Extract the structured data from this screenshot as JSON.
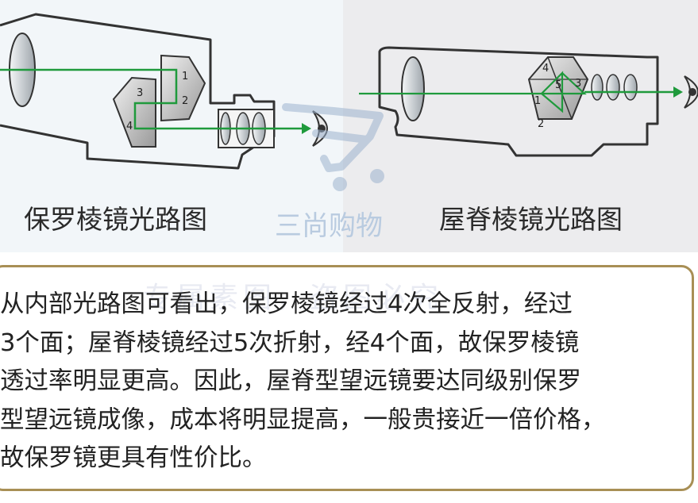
{
  "captions": {
    "porro": "保罗棱镜光路图",
    "roof": "屋脊棱镜光路图"
  },
  "watermark": {
    "brand": "三尚购物",
    "background_text": "专属素图，盗图必究"
  },
  "porro_labels": [
    "1",
    "2",
    "3",
    "4"
  ],
  "roof_labels": [
    "4",
    "5",
    "3",
    "1",
    "2"
  ],
  "description_lines": [
    "从内部光路图可看出，保罗棱镜经过4次全反射，经过",
    "3个面；屋脊棱镜经过5次折射，经4个面，故保罗棱镜",
    "透过率明显更高。因此，屋脊型望远镜要达同级别保罗",
    "型望远镜成像，成本将明显提高，一般贵接近一倍价格，",
    "故保罗镜更具有性价比。"
  ],
  "colors": {
    "light_ray": "#1f9a3c",
    "outline": "#333333",
    "lens_fill": "#cfd4d8",
    "frame_border": "#a88f55",
    "watermark": "#b9cbe0"
  }
}
